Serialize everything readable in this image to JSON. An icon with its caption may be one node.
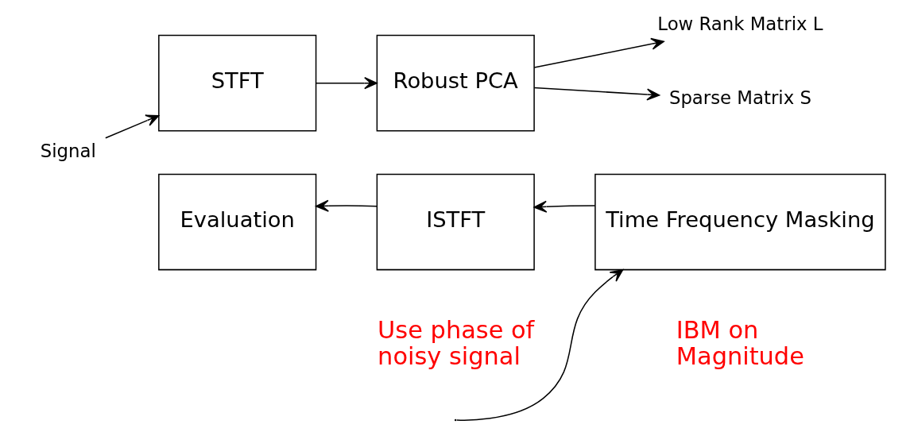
{
  "diagram": {
    "nodes": [
      {
        "text": [
          "Signal"
        ]
      },
      {
        "text": [
          "STFT"
        ]
      },
      {
        "text": [
          "Robust PCA"
        ]
      },
      {
        "text": [
          "Low Rank Matrix L"
        ]
      },
      {
        "text": [
          "Sparse Matrix S"
        ]
      },
      {
        "text": [
          "Evaluation"
        ]
      },
      {
        "text": [
          "ISTFT"
        ],
        "beside": [
          "Use phase of noisy signal"
        ]
      },
      {
        "text": [
          "Time Frequency Masking"
        ],
        "beside": [
          "IBM on Magnitude"
        ]
      }
    ],
    "edges": [
      {
        "from": 0,
        "to": 1,
        "arrow": "to"
      },
      {
        "from": 1,
        "to": 2,
        "arrow": "to"
      },
      {
        "from": 2,
        "to": 3,
        "arrow": "to"
      },
      {
        "from": 2,
        "to": 4,
        "arrow": "to"
      },
      {
        "from": null,
        "to": 7,
        "arrow": "to"
      },
      {
        "from": 7,
        "to": 6,
        "arrow": "to"
      },
      {
        "from": 6,
        "to": 5,
        "arrow": "to"
      }
    ]
  }
}
